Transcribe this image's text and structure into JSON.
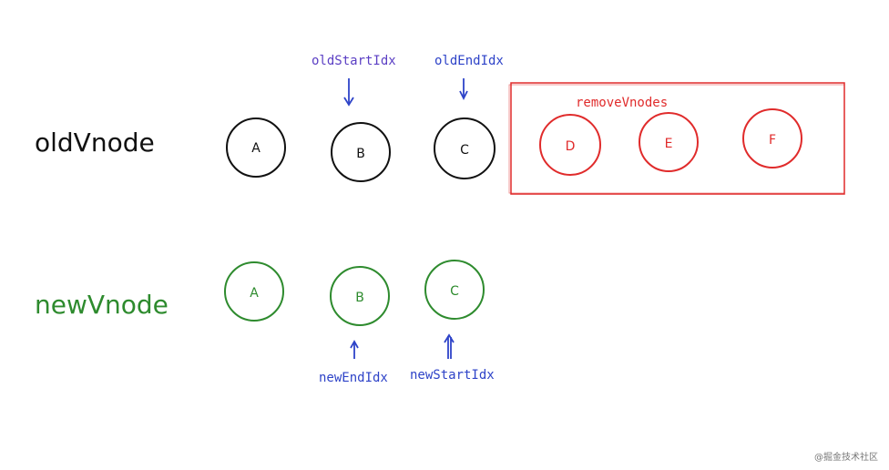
{
  "labels": {
    "old_row": "oldVnode",
    "new_row": "newVnode",
    "old_start_idx": "oldStartIdx",
    "old_end_idx": "oldEndIdx",
    "new_end_idx": "newEndIdx",
    "new_start_idx": "newStartIdx",
    "remove_group": "removeVnodes"
  },
  "old_nodes": [
    "A",
    "B",
    "C",
    "D",
    "E",
    "F"
  ],
  "new_nodes": [
    "A",
    "B",
    "C"
  ],
  "watermark": "@掘金技术社区",
  "colors": {
    "old": "#111111",
    "new": "#2e8b2e",
    "pointer": "#2e43c8",
    "old_pointer_text": "#5b3fc4",
    "remove": "#e02b2b"
  }
}
